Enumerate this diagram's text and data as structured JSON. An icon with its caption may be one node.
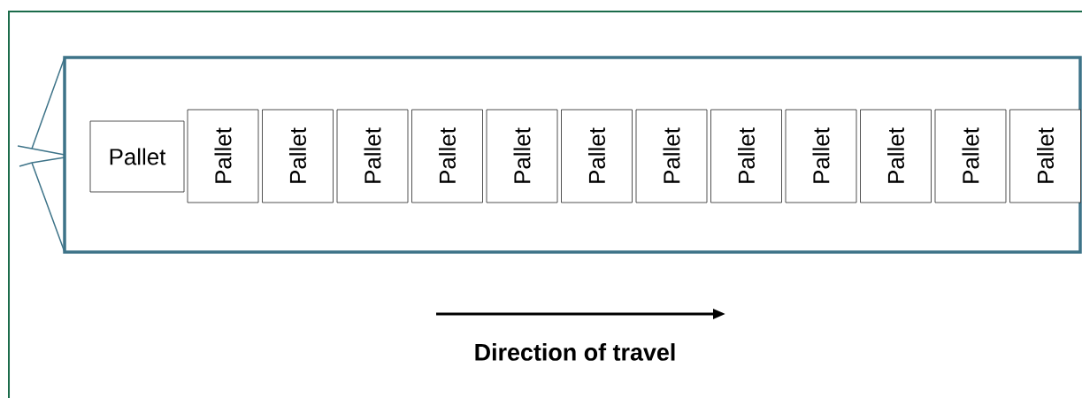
{
  "diagram": {
    "nodes": [
      {
        "text": [],
        "shape": "box"
      },
      {
        "text": [
          "Pallet"
        ],
        "in": 0
      },
      {
        "text": [
          "Pallet"
        ],
        "in": 0
      },
      {
        "text": [
          "Pallet"
        ],
        "in": 0
      },
      {
        "text": [
          "Pallet"
        ],
        "in": 0
      },
      {
        "text": [
          "Pallet"
        ],
        "in": 0
      },
      {
        "text": [
          "Pallet"
        ],
        "in": 0
      },
      {
        "text": [
          "Pallet"
        ],
        "in": 0
      },
      {
        "text": [
          "Pallet"
        ],
        "in": 0
      },
      {
        "text": [
          "Pallet"
        ],
        "in": 0
      },
      {
        "text": [
          "Pallet"
        ],
        "in": 0
      },
      {
        "text": [
          "Pallet"
        ],
        "in": 0
      },
      {
        "text": [
          "Pallet"
        ],
        "in": 0
      },
      {
        "text": [
          "Pallet"
        ],
        "in": 0
      }
    ],
    "labels": [
      "Direction of travel"
    ]
  }
}
